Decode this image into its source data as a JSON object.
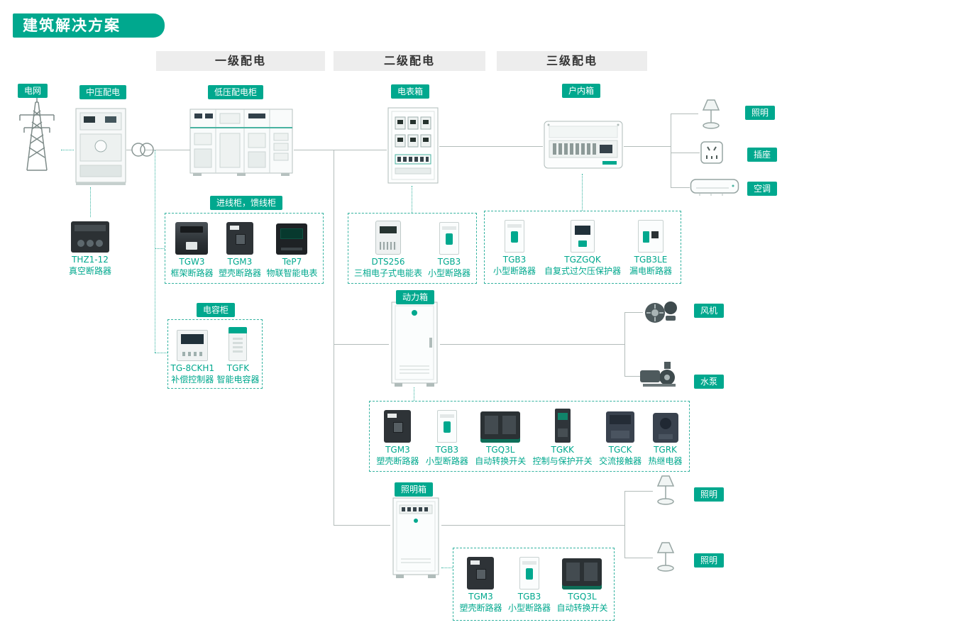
{
  "title": "建筑解决方案",
  "colors": {
    "brand": "#00A88E",
    "line": "#B3BCBA",
    "header_bg": "#EDEDED"
  },
  "sections": {
    "primary": "一级配电",
    "secondary": "二级配电",
    "tertiary": "三级配电"
  },
  "labels": {
    "grid": "电网",
    "mv": "中压配电",
    "lv": "低压配电柜",
    "meter_box": "电表箱",
    "indoor_box": "户内箱",
    "incoming_feeder": "进线柜，馈线柜",
    "capacitor": "电容柜",
    "power_box": "动力箱",
    "lighting_box": "照明箱",
    "lighting_1": "照明",
    "socket": "插座",
    "air_conditioner": "空调",
    "fan": "风机",
    "pump": "水泵",
    "lighting_2": "照明",
    "lighting_3": "照明"
  },
  "mv_product": {
    "name": "THZ1-12",
    "desc": "真空断路器"
  },
  "groups": {
    "incoming": [
      {
        "name": "TGW3",
        "desc": "框架断路器"
      },
      {
        "name": "TGM3",
        "desc": "塑壳断路器"
      },
      {
        "name": "TeP7",
        "desc": "物联智能电表"
      }
    ],
    "capacitor": [
      {
        "name": "TG-8CKH1",
        "desc": "补偿控制器"
      },
      {
        "name": "TGFK",
        "desc": "智能电容器"
      }
    ],
    "meter": [
      {
        "name": "DTS256",
        "desc": "三相电子式电能表"
      },
      {
        "name": "TGB3",
        "desc": "小型断路器"
      }
    ],
    "indoor": [
      {
        "name": "TGB3",
        "desc": "小型断路器"
      },
      {
        "name": "TGZGQK",
        "desc": "自复式过欠压保护器"
      },
      {
        "name": "TGB3LE",
        "desc": "漏电断路器"
      }
    ],
    "power": [
      {
        "name": "TGM3",
        "desc": "塑壳断路器"
      },
      {
        "name": "TGB3",
        "desc": "小型断路器"
      },
      {
        "name": "TGQ3L",
        "desc": "自动转换开关"
      },
      {
        "name": "TGKK",
        "desc": "控制与保护开关"
      },
      {
        "name": "TGCK",
        "desc": "交流接触器"
      },
      {
        "name": "TGRK",
        "desc": "热继电器"
      }
    ],
    "lighting": [
      {
        "name": "TGM3",
        "desc": "塑壳断路器"
      },
      {
        "name": "TGB3",
        "desc": "小型断路器"
      },
      {
        "name": "TGQ3L",
        "desc": "自动转换开关"
      }
    ]
  }
}
